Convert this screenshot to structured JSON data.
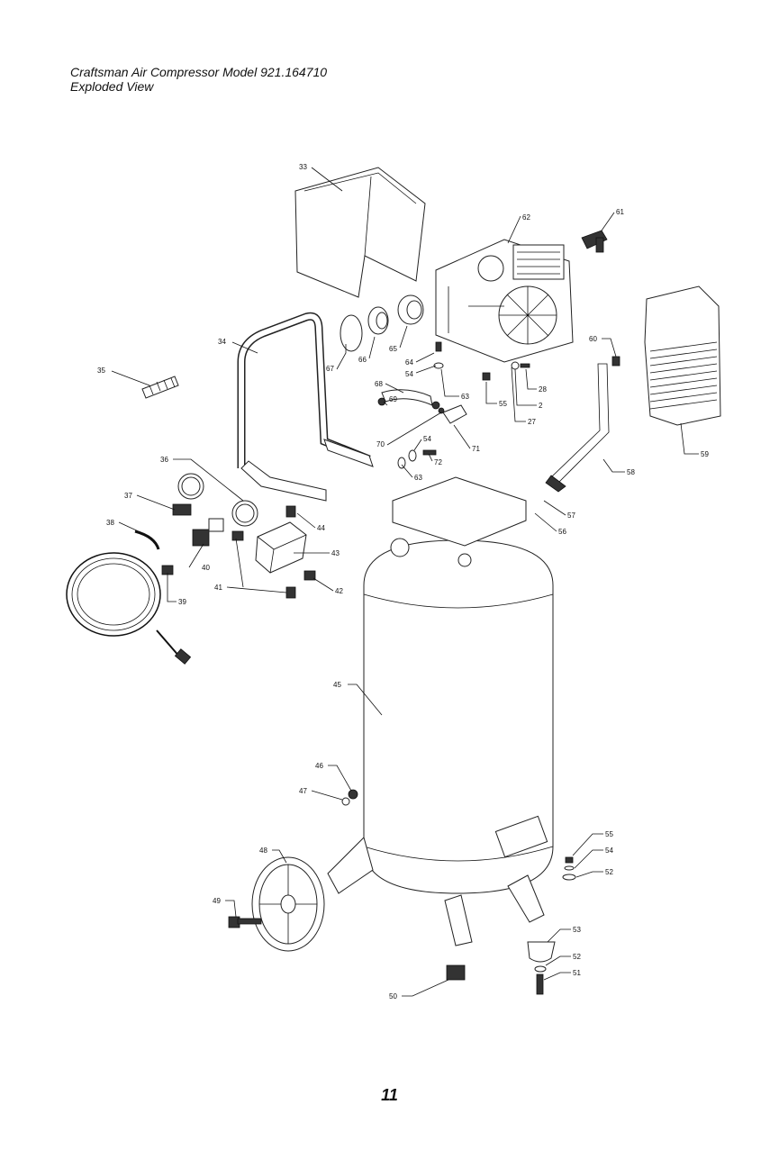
{
  "header": {
    "title": "Craftsman Air Compressor Model 921.164710",
    "subtitle": "Exploded View"
  },
  "page_number": "11",
  "parts": {
    "p33": "33",
    "p62": "62",
    "p61": "61",
    "p34": "34",
    "p35": "35",
    "p67": "67",
    "p66": "66",
    "p65": "65",
    "p64a": "64",
    "p54a": "54",
    "p63a": "63",
    "p68": "68",
    "p69": "69",
    "p70": "70",
    "p54b": "54",
    "p72": "72",
    "p63b": "63",
    "p71": "71",
    "p55a": "55",
    "p28": "28",
    "p2": "2",
    "p27": "27",
    "p60": "60",
    "p59": "59",
    "p58": "58",
    "p57": "57",
    "p56": "56",
    "p36": "36",
    "p37": "37",
    "p38": "38",
    "p40": "40",
    "p39": "39",
    "p44": "44",
    "p43": "43",
    "p41": "41",
    "p42": "42",
    "p45": "45",
    "p46": "46",
    "p47": "47",
    "p48": "48",
    "p49": "49",
    "p55b": "55",
    "p54c": "54",
    "p52a": "52",
    "p53": "53",
    "p52b": "52",
    "p51": "51",
    "p50": "50"
  }
}
